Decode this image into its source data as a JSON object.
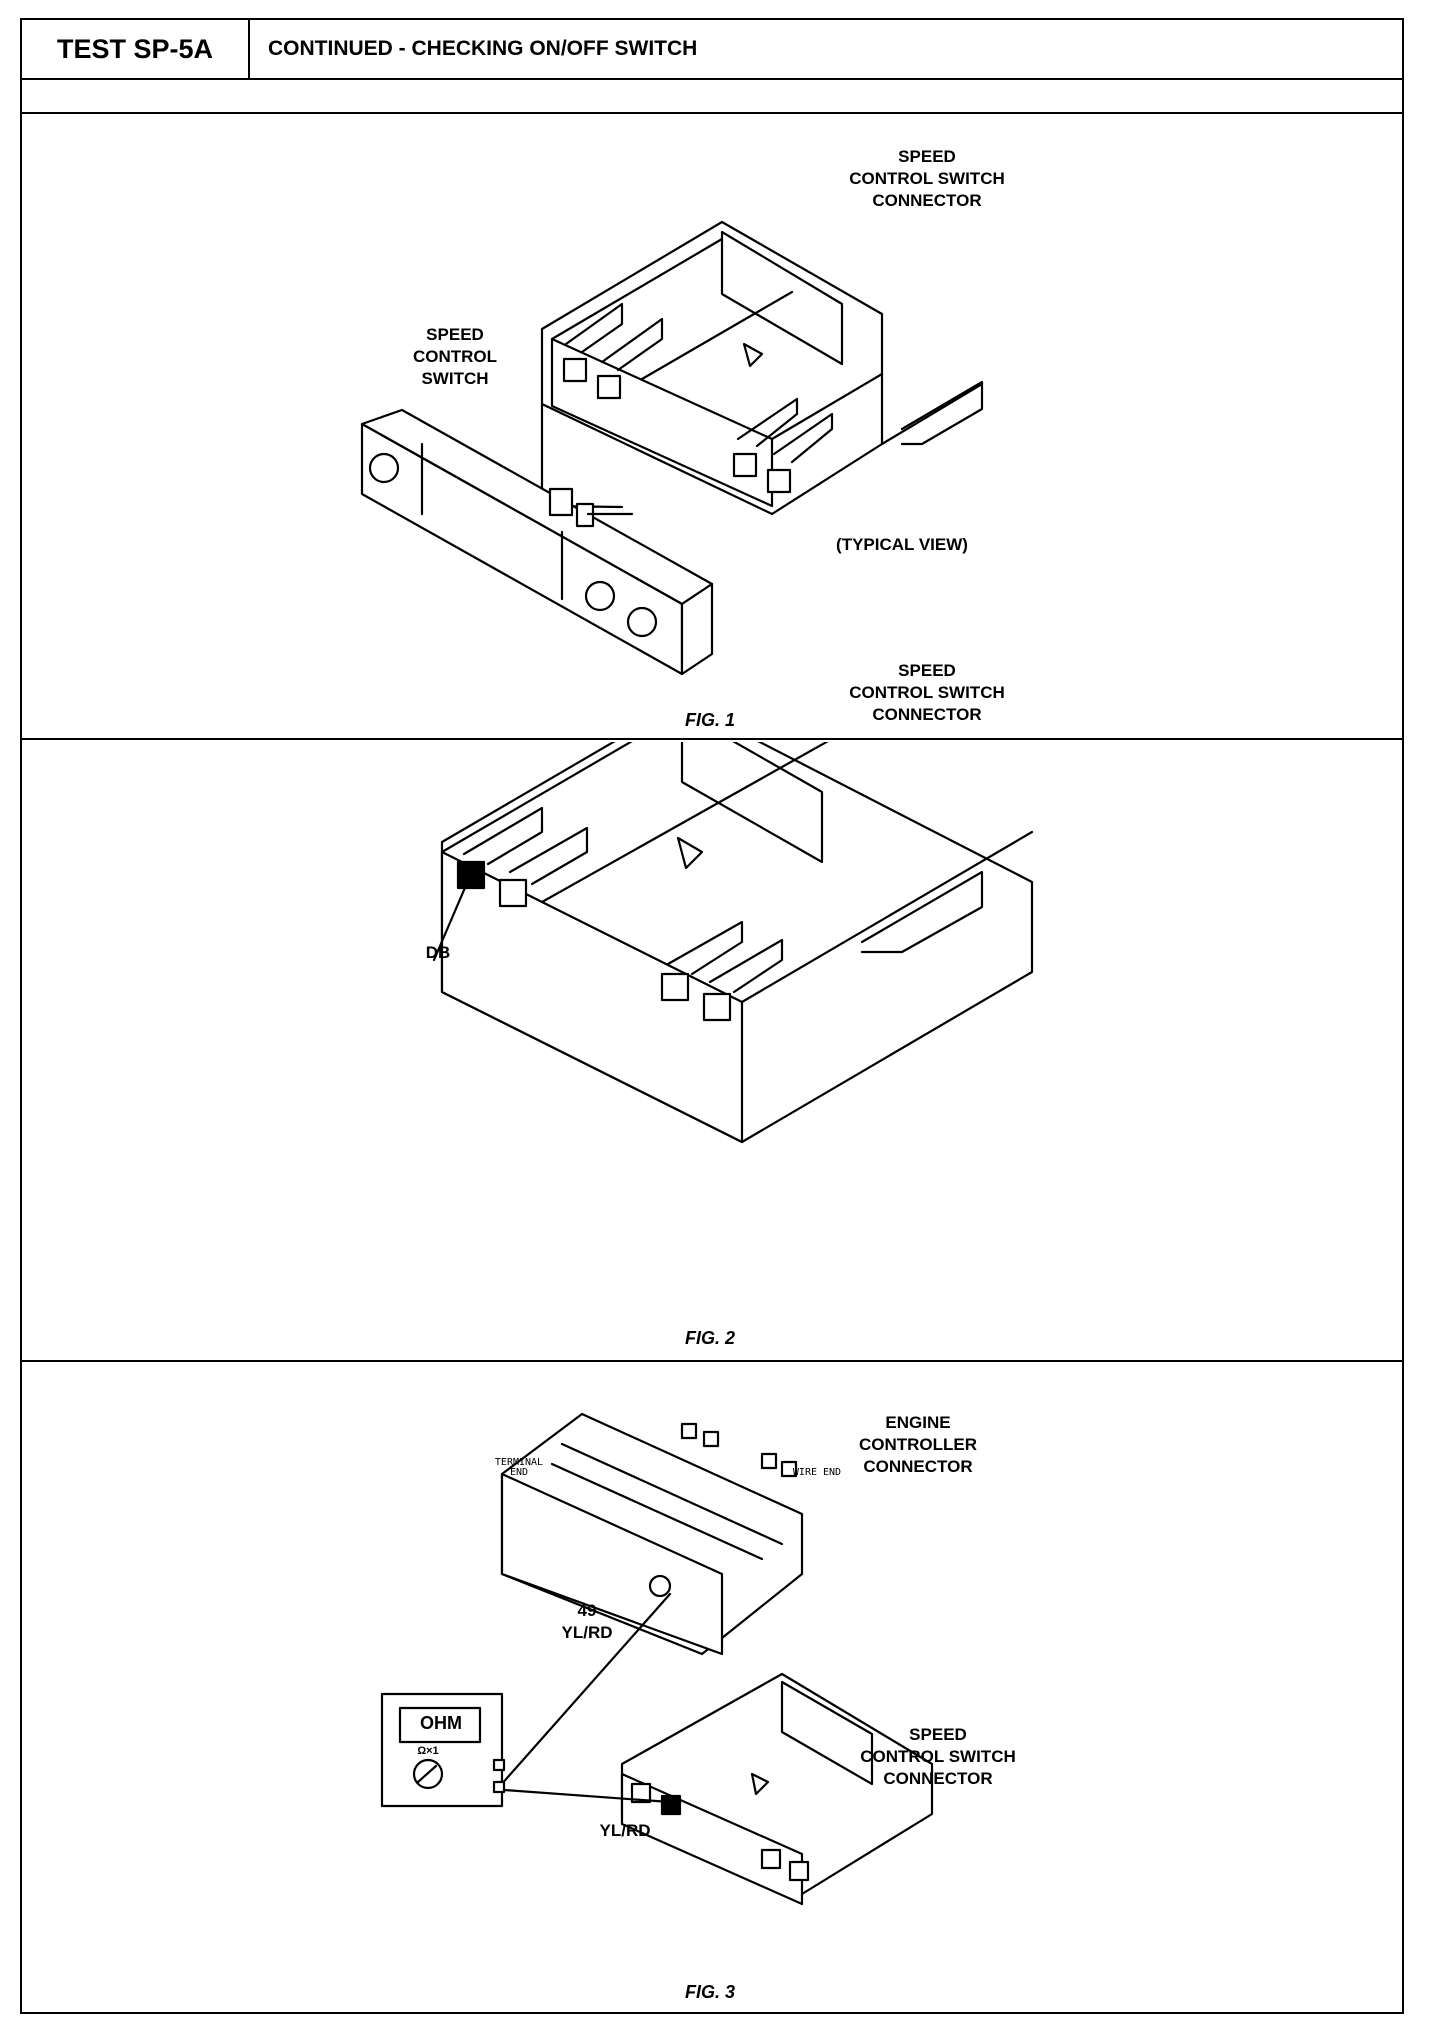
{
  "header": {
    "test_id": "TEST SP-5A",
    "title": "CONTINUED - CHECKING ON/OFF SWITCH"
  },
  "fig1": {
    "connector_label": "SPEED\nCONTROL SWITCH\nCONNECTOR",
    "switch_label": "SPEED\nCONTROL\nSWITCH",
    "view_label": "(TYPICAL VIEW)",
    "caption": "FIG. 1"
  },
  "fig2": {
    "connector_label": "SPEED\nCONTROL SWITCH\nCONNECTOR",
    "terminal_label": "DB",
    "caption": "FIG. 2"
  },
  "fig3": {
    "engine_label": "ENGINE\nCONTROLLER\nCONNECTOR",
    "terminal_end": "TERMINAL\nEND",
    "wire_end": "WIRE END",
    "pin_label": "49\nYL/RD",
    "speed_label": "SPEED\nCONTROL SWITCH\nCONNECTOR",
    "wire_label": "YL/RD",
    "meter_display": "OHM",
    "meter_range": "Ω×1",
    "caption": "FIG. 3"
  }
}
